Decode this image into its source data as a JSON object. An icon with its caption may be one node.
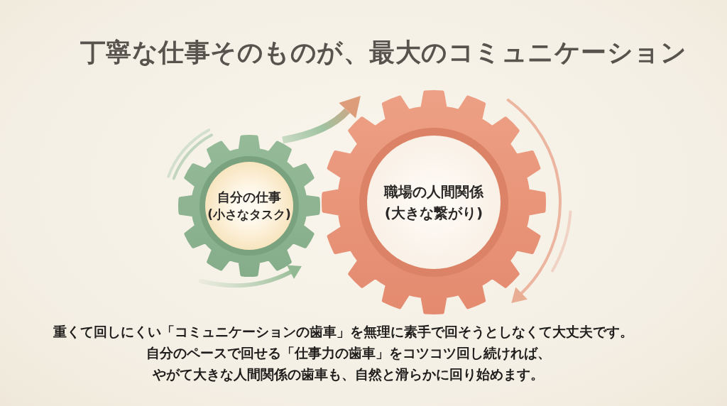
{
  "diagram": {
    "title": "丁寧な仕事そのものが、最大のコミュニケーション",
    "nodes": [
      {
        "text": [
          "自分の仕事",
          "(小さなタスク)"
        ]
      },
      {
        "text": [
          "職場の人間関係",
          "(大きな繋がり)"
        ]
      }
    ],
    "edges": [
      {
        "from": 0,
        "to": 1,
        "arrow": "to"
      }
    ],
    "labels": [
      "重くて回しにくい「コミュニケーションの歯車」を無理に素手で回そうとしなくて大丈夫です。",
      "自分のペースで回せる「仕事力の歯車」をコツコツ回し続ければ、やがて大きな人間関係の歯車も、自然と滑らかに回り始めます。"
    ]
  }
}
